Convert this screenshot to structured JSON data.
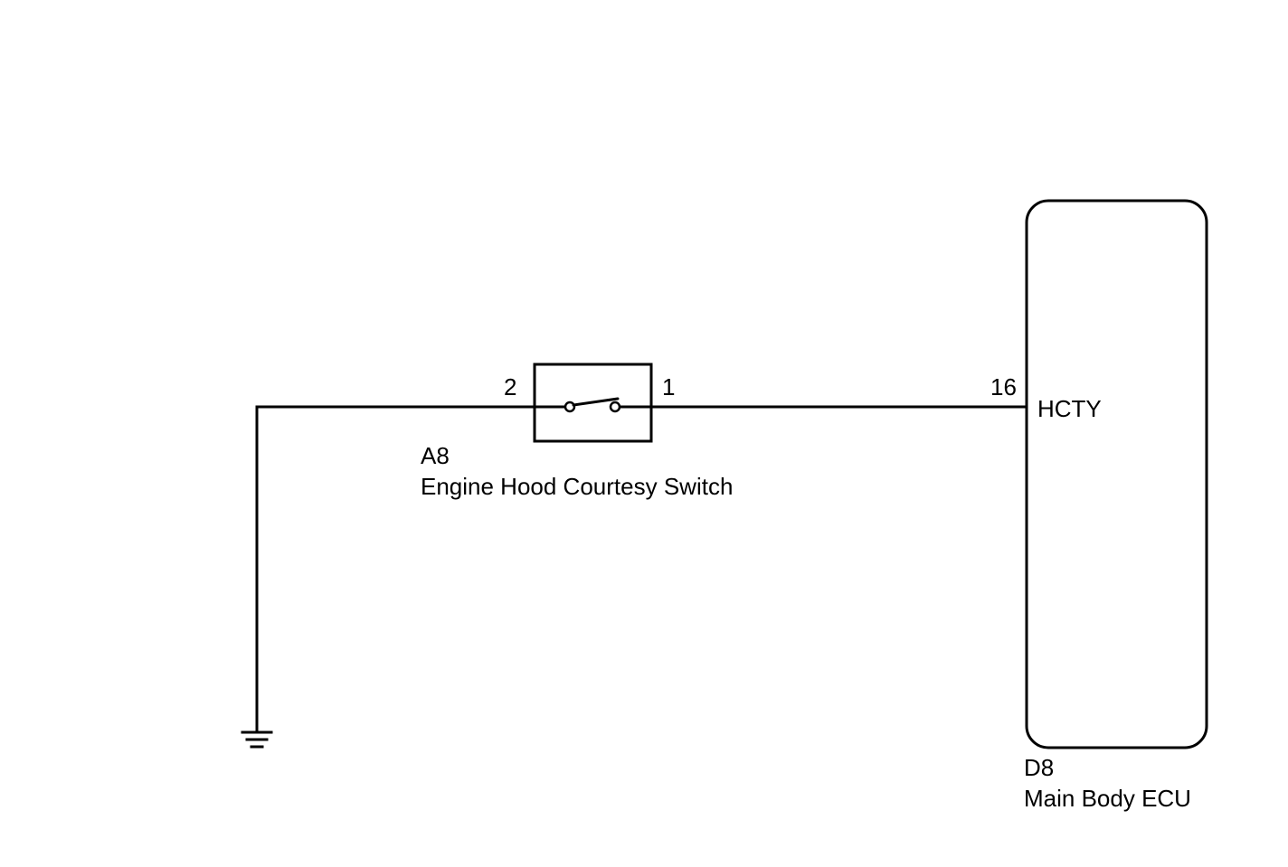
{
  "switch": {
    "code": "A8",
    "name": "Engine Hood Courtesy Switch",
    "pin_left": "2",
    "pin_right": "1"
  },
  "ecu": {
    "code": "D8",
    "name": "Main Body ECU",
    "pin_number": "16",
    "terminal": "HCTY"
  },
  "ground": {
    "icon": "ground-icon"
  }
}
